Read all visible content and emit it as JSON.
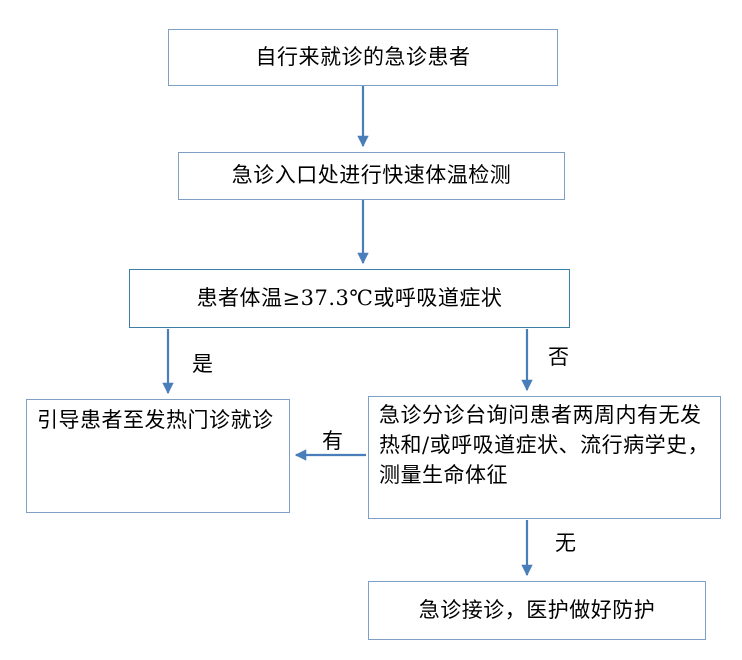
{
  "document": {
    "type": "flowchart",
    "orientation": "top-down",
    "language": "zh-CN"
  },
  "theme": {
    "box_border": "#7f9fc4",
    "box_border_emphasis": "#3d7ea6",
    "box_fill": "#ffffff",
    "arrow_color": "#4a7ebb",
    "text_color": "#000000",
    "page_background": "#ffffff"
  },
  "nodes": {
    "self_presenting": "自行来就诊的急诊患者",
    "temp_screening": "急诊入口处进行快速体温检测",
    "temp_criteria": "患者体温≥37.3℃或呼吸道症状",
    "fever_clinic": "引导患者至发热门诊就诊",
    "triage_inquiry": "急诊分诊台询问患者两周内有无发热和/或呼吸道症状、流行病学史，测量生命体征",
    "emergency_intake": "急诊接诊，医护做好防护"
  },
  "edge_labels": {
    "yes_fever": "是",
    "no_fever": "否",
    "has_history": "有",
    "no_history": "无"
  },
  "edges": [
    {
      "from": "self_presenting",
      "to": "temp_screening",
      "label": ""
    },
    {
      "from": "temp_screening",
      "to": "temp_criteria",
      "label": ""
    },
    {
      "from": "temp_criteria",
      "to": "fever_clinic",
      "label": "是"
    },
    {
      "from": "temp_criteria",
      "to": "triage_inquiry",
      "label": "否"
    },
    {
      "from": "triage_inquiry",
      "to": "fever_clinic",
      "label": "有"
    },
    {
      "from": "triage_inquiry",
      "to": "emergency_intake",
      "label": "无"
    }
  ]
}
